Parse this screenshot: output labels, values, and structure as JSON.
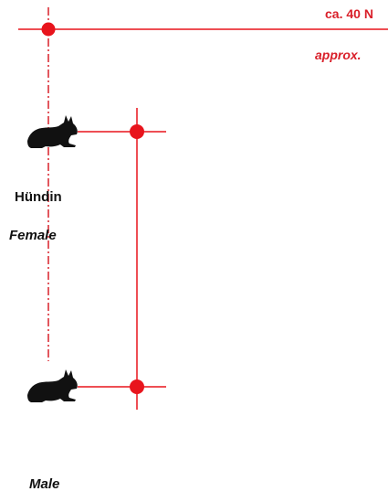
{
  "labels": {
    "top_right_de": "ca. 40 N",
    "top_right_en": "approx.",
    "female_de": "Hündin",
    "female_en": "Female",
    "male_en": "Male"
  },
  "icons": {
    "dog_top": "dog-silhouette-icon",
    "dog_bottom": "dog-silhouette-icon"
  },
  "colors": {
    "accent": "#e8141c",
    "text": "#111111"
  }
}
